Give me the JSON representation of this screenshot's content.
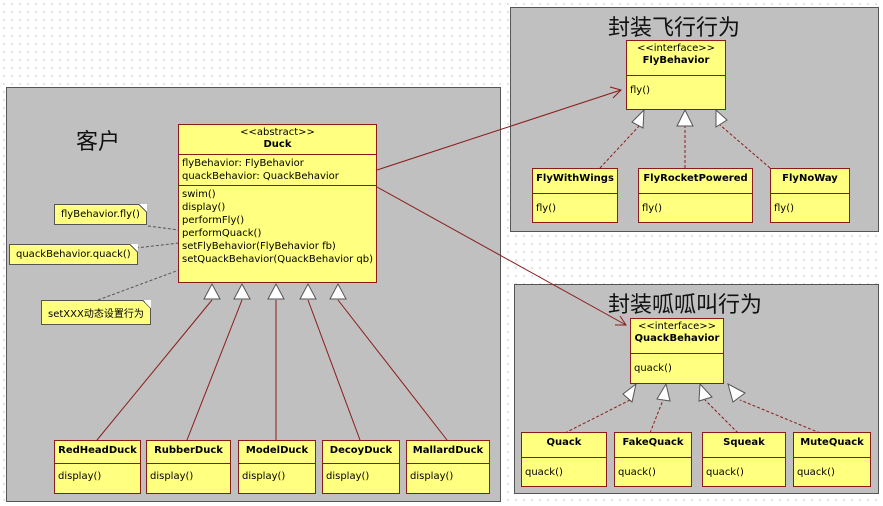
{
  "packages": {
    "client": {
      "title": "客户"
    },
    "fly": {
      "title": "封装飞行行为"
    },
    "quack": {
      "title": "封装呱呱叫行为"
    }
  },
  "duck": {
    "stereotype": "<<abstract>>",
    "name": "Duck",
    "attributes": [
      "flyBehavior: FlyBehavior",
      "quackBehavior: QuackBehavior"
    ],
    "methods": [
      "swim()",
      "display()",
      "performFly()",
      "performQuack()",
      "setFlyBehavior(FlyBehavior fb)",
      "setQuackBehavior(QuackBehavior qb)"
    ]
  },
  "notes": [
    "flyBehavior.fly()",
    "quackBehavior.quack()",
    "setXXX动态设置行为"
  ],
  "duck_subclasses": [
    {
      "name": "RedHeadDuck",
      "method": "display()"
    },
    {
      "name": "RubberDuck",
      "method": "display()"
    },
    {
      "name": "ModelDuck",
      "method": "display()"
    },
    {
      "name": "DecoyDuck",
      "method": "display()"
    },
    {
      "name": "MallardDuck",
      "method": "display()"
    }
  ],
  "fly_interface": {
    "stereotype": "<<interface>>",
    "name": "FlyBehavior",
    "method": "fly()"
  },
  "fly_impls": [
    {
      "name": "FlyWithWings",
      "method": "fly()"
    },
    {
      "name": "FlyRocketPowered",
      "method": "fly()"
    },
    {
      "name": "FlyNoWay",
      "method": "fly()"
    }
  ],
  "quack_interface": {
    "stereotype": "<<interface>>",
    "name": "QuackBehavior",
    "method": "quack()"
  },
  "quack_impls": [
    {
      "name": "Quack",
      "method": "quack()"
    },
    {
      "name": "FakeQuack",
      "method": "quack()"
    },
    {
      "name": "Squeak",
      "method": "quack()"
    },
    {
      "name": "MuteQuack",
      "method": "quack()"
    }
  ],
  "colors": {
    "class_fill": "#ffff80",
    "class_border": "#8b1a1a",
    "package_fill": "#c0c0c0"
  }
}
